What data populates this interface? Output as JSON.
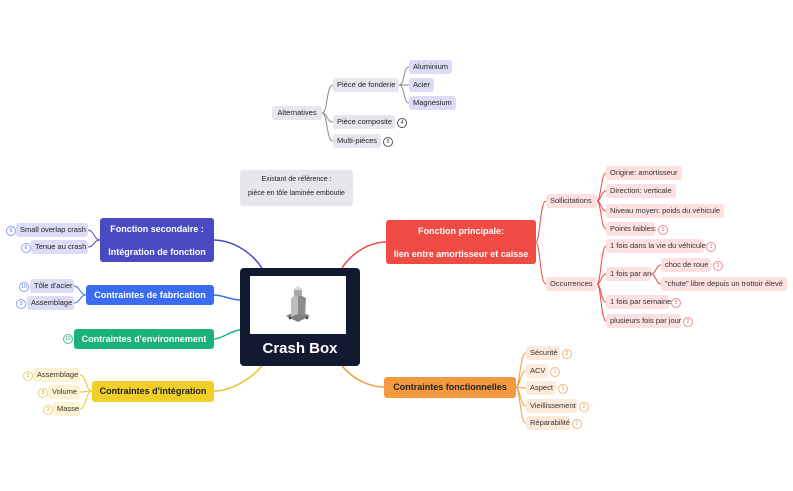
{
  "central": {
    "title": "Crash Box",
    "image_icon": "crash-box-photo"
  },
  "note": {
    "line1": "Existant de référence :",
    "line2": "pièce en tôle laminée emboutie"
  },
  "alternatives": {
    "label": "Alternatives",
    "foundry": {
      "label": "Pièce de fonderie",
      "items": [
        "Aluminium",
        "Acier",
        "Magnesium"
      ]
    },
    "composite": {
      "label": "Pièce composite",
      "badge": "4"
    },
    "multi": {
      "label": "Multi-pièces",
      "badge": "6"
    }
  },
  "secondary": {
    "line1": "Fonction secondaire :",
    "line2": "Intégration de fonction",
    "items": [
      {
        "label": "Small overlap crash",
        "badge": "6"
      },
      {
        "label": "Tenue au crash",
        "badge": "6"
      }
    ]
  },
  "fabrication": {
    "label": "Contraintes de fabrication",
    "items": [
      {
        "label": "Tôle d'acier",
        "badge": "10"
      },
      {
        "label": "Assemblage",
        "badge": "3"
      }
    ]
  },
  "environment": {
    "label": "Contraintes d'environnement",
    "badge": "10"
  },
  "integration": {
    "label": "Contraintes d'intégration",
    "items": [
      {
        "label": "Assemblage",
        "badge": "3"
      },
      {
        "label": "Volume",
        "badge": "3"
      },
      {
        "label": "Masse",
        "badge": "3"
      }
    ]
  },
  "principal": {
    "line1": "Fonction principale:",
    "line2": "lien entre amortisseur et caisse",
    "sollicitations": {
      "label": "Sollicitations",
      "items": [
        {
          "label": "Origine: amortisseur",
          "badge": ""
        },
        {
          "label": "Direction: verticale",
          "badge": ""
        },
        {
          "label": "Niveau moyen: poids du véhicule",
          "badge": ""
        },
        {
          "label": "Points faibles:",
          "badge": "0"
        }
      ]
    },
    "occurrences": {
      "label": "Occurrences",
      "items": [
        {
          "label": "1 fois dans la vie du véhicule",
          "badge": "1"
        },
        {
          "label": "1 fois par an",
          "badge": ""
        },
        {
          "label": "1 fois par semaine",
          "badge": "5"
        },
        {
          "label": "plusieurs fois par jour",
          "badge": "2"
        }
      ],
      "sub": [
        {
          "label": "choc de roue",
          "badge": "2"
        },
        {
          "label": "\"chute\" libre depuis un trottoir élevé",
          "badge": ""
        }
      ]
    }
  },
  "functional": {
    "label": "Contraintes fonctionnelles",
    "items": [
      {
        "label": "Sécurité",
        "badge": "2"
      },
      {
        "label": "ACV",
        "badge": "1"
      },
      {
        "label": "Aspect",
        "badge": "1"
      },
      {
        "label": "Vieillissement",
        "badge": "2"
      },
      {
        "label": "Réparabilité",
        "badge": "1"
      }
    ]
  }
}
